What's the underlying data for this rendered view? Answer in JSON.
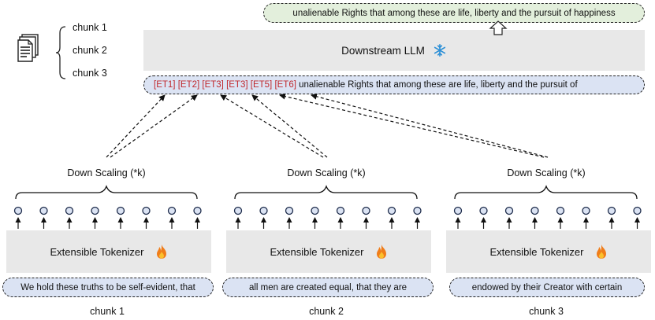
{
  "output_text": "unalienable Rights that among these are life, liberty and the pursuit of happiness",
  "llm": {
    "label": "Downstream LLM",
    "icon": "snowflake-icon"
  },
  "doc": {
    "icon": "document-icon",
    "chunks": [
      "chunk 1",
      "chunk 2",
      "chunk 3"
    ]
  },
  "input_sequence": {
    "tokens": [
      "[ET1]",
      "[ET2]",
      "[ET3]",
      "[ET3]",
      "[ET5]",
      "[ET6]"
    ],
    "text": "unalienable Rights that among these are life, liberty and the pursuit of"
  },
  "columns": [
    {
      "downscale_label": "Down Scaling (*k)",
      "tokenizer_label": "Extensible Tokenizer",
      "input_text": "We hold these truths to be self-evident, that",
      "chunk_label": "chunk 1"
    },
    {
      "downscale_label": "Down Scaling (*k)",
      "tokenizer_label": "Extensible Tokenizer",
      "input_text": "all men are created equal, that they are",
      "chunk_label": "chunk 2"
    },
    {
      "downscale_label": "Down Scaling (*k)",
      "tokenizer_label": "Extensible Tokenizer",
      "input_text": "endowed by their Creator with certain",
      "chunk_label": "chunk 3"
    }
  ],
  "tokenizer_icon": "fire-icon",
  "colors": {
    "token_red": "#c0282d",
    "blue_fill": "#dbe3f3",
    "green_fill": "#e3efdc",
    "gray_box": "#e8e8e8"
  }
}
